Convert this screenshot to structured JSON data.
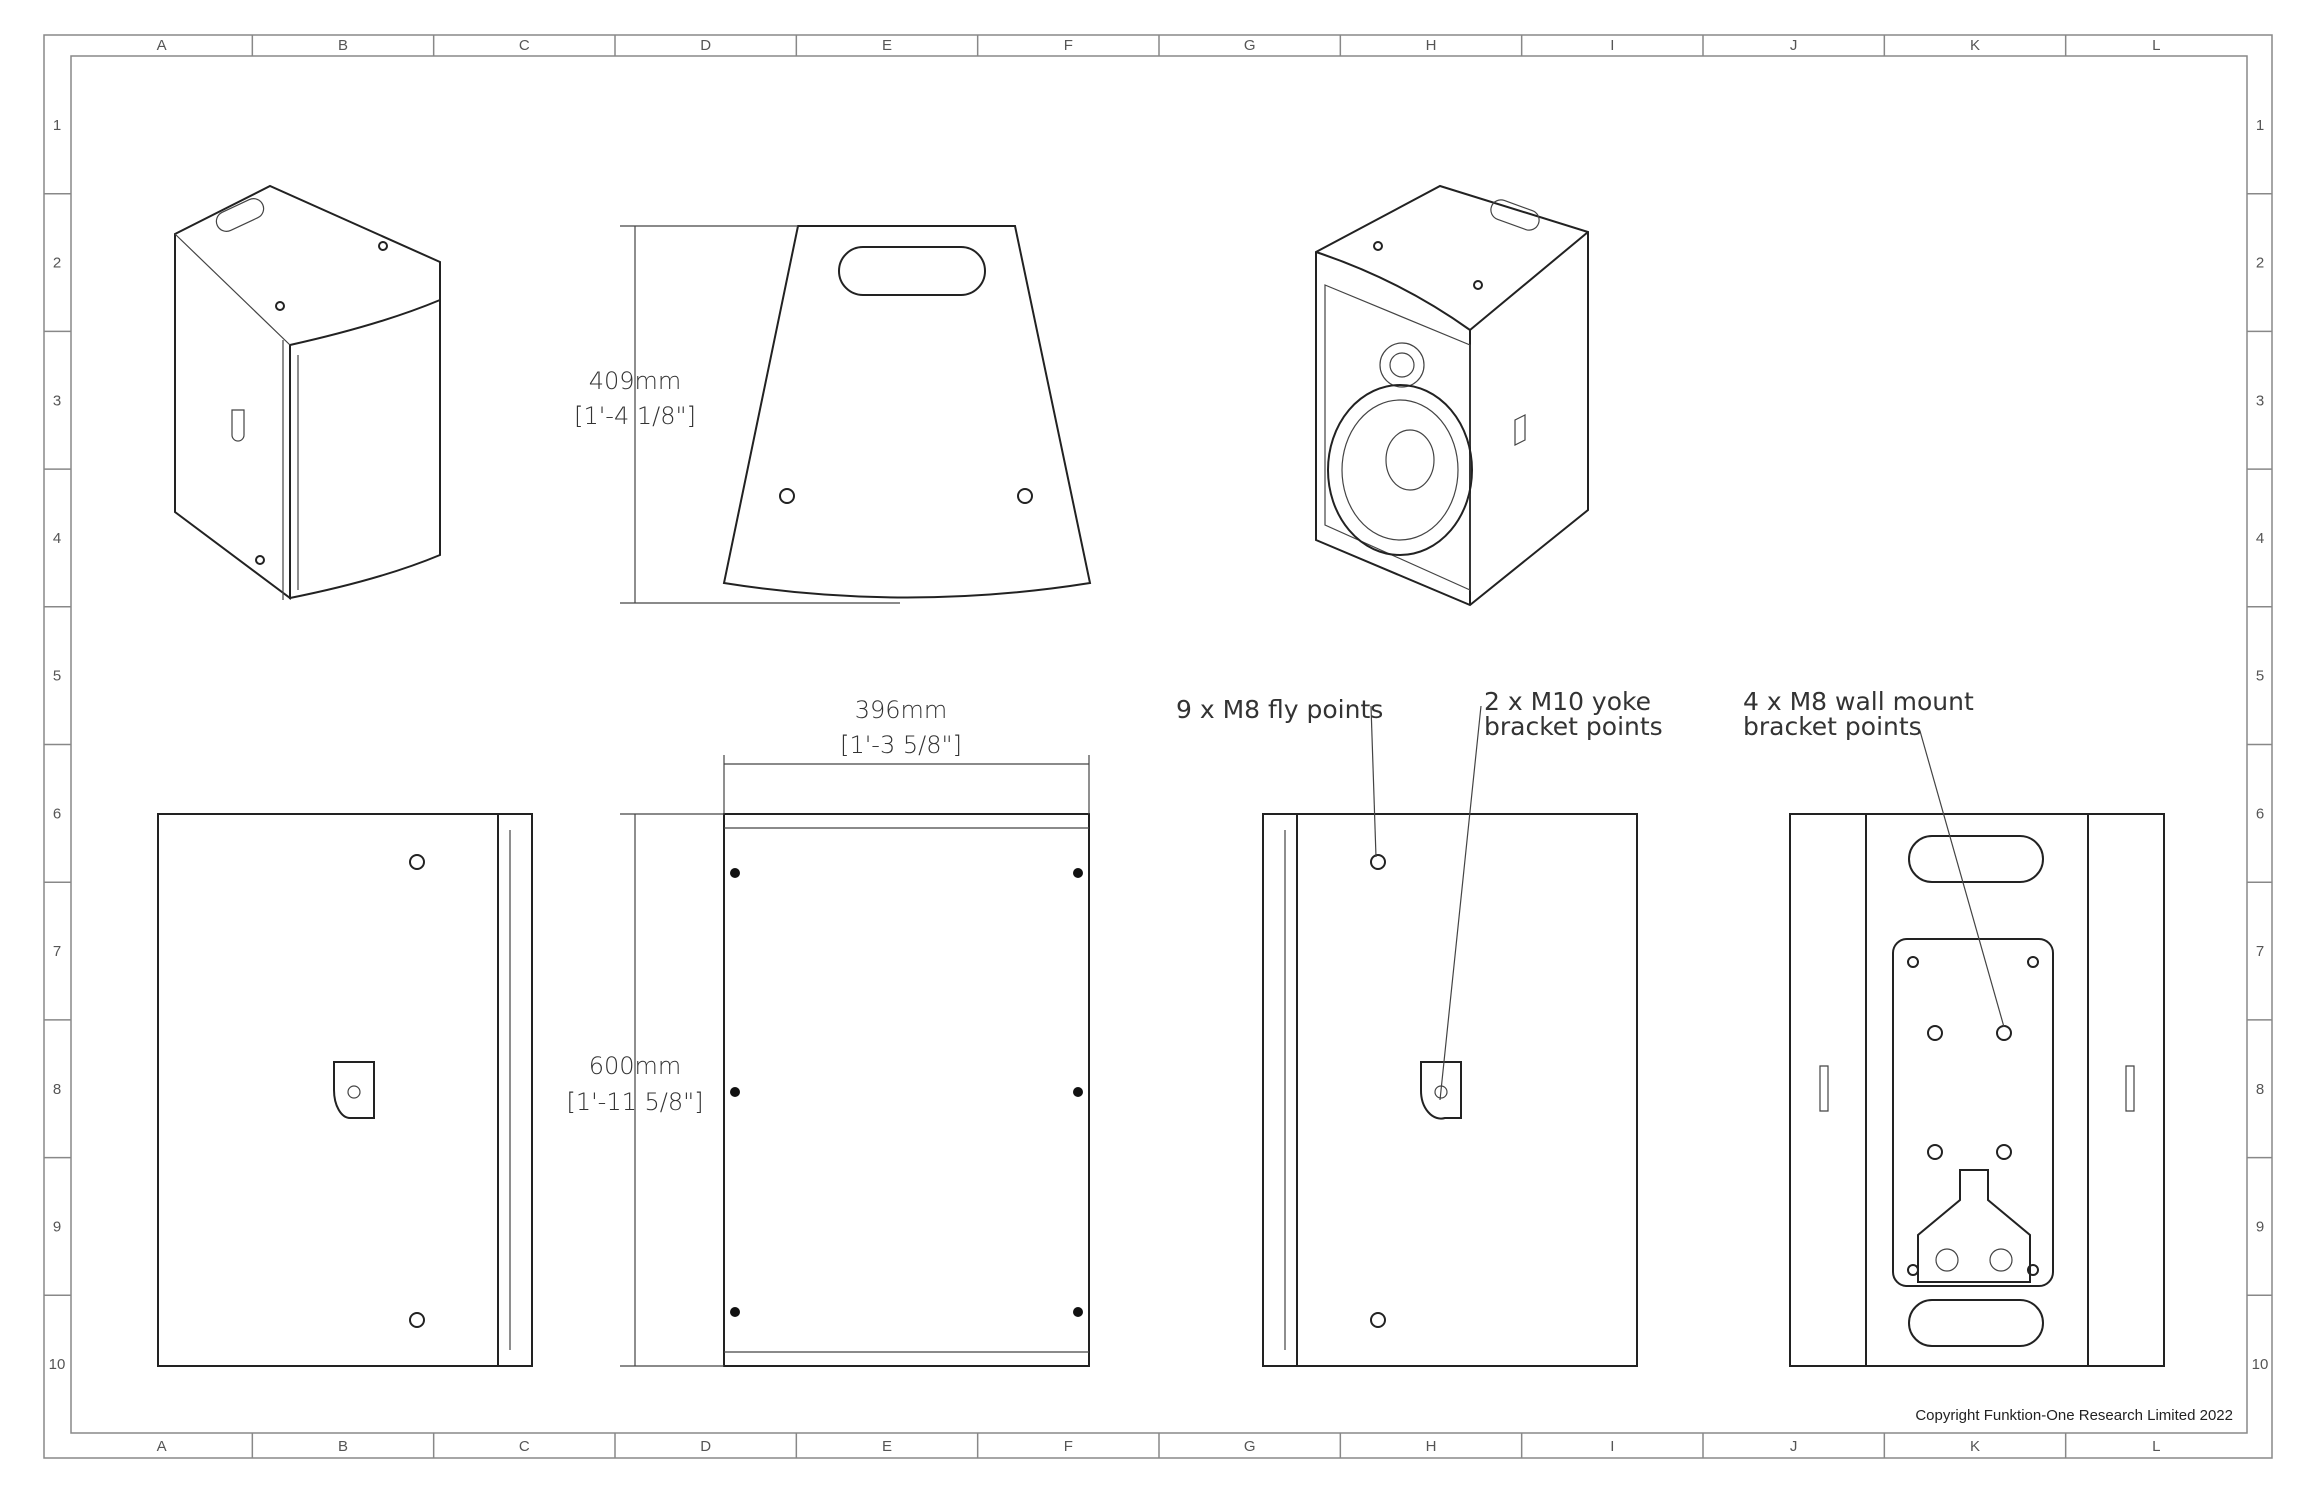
{
  "columns": [
    "A",
    "B",
    "C",
    "D",
    "E",
    "F",
    "G",
    "H",
    "I",
    "J",
    "K",
    "L"
  ],
  "rows": [
    "1",
    "2",
    "3",
    "4",
    "5",
    "6",
    "7",
    "8",
    "9",
    "10"
  ],
  "dimensions": {
    "depth_mm": "409mm",
    "depth_imperial": "[1'-4 1/8\"]",
    "width_mm": "396mm",
    "width_imperial": "[1'-3 5/8\"]",
    "height_mm": "600mm",
    "height_imperial": "[1'-11 5/8\"]"
  },
  "annotations": {
    "fly_points": "9 x M8 fly points",
    "yoke_line1": "2 x M10 yoke",
    "yoke_line2": "bracket points",
    "wall_line1": "4 x M8 wall mount",
    "wall_line2": "bracket points"
  },
  "copyright": "Copyright Funktion-One Research Limited 2022"
}
